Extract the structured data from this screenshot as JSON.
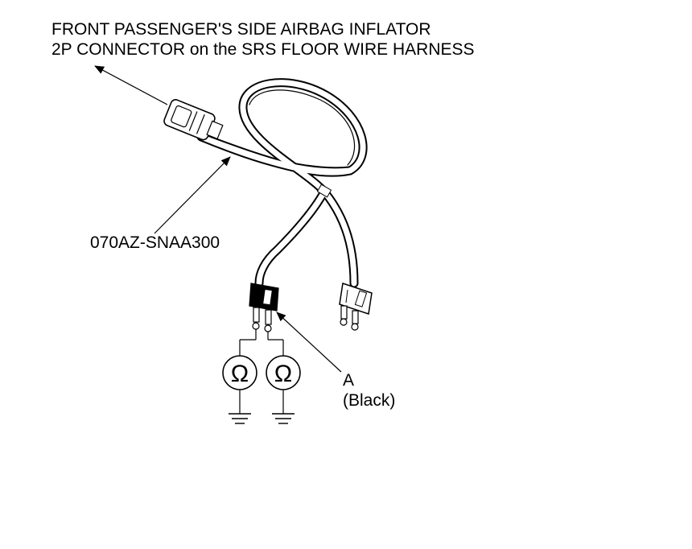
{
  "title": {
    "line1": "FRONT PASSENGER'S SIDE AIRBAG INFLATOR",
    "line2": "2P CONNECTOR on the SRS FLOOR WIRE HARNESS"
  },
  "part_number": "070AZ-SNAA300",
  "callout_a": {
    "letter": "A",
    "color_note": "(Black)"
  },
  "meter_symbol": "Ω",
  "colors": {
    "ink": "#000000",
    "connector_black": "#000000",
    "background": "#ffffff"
  }
}
